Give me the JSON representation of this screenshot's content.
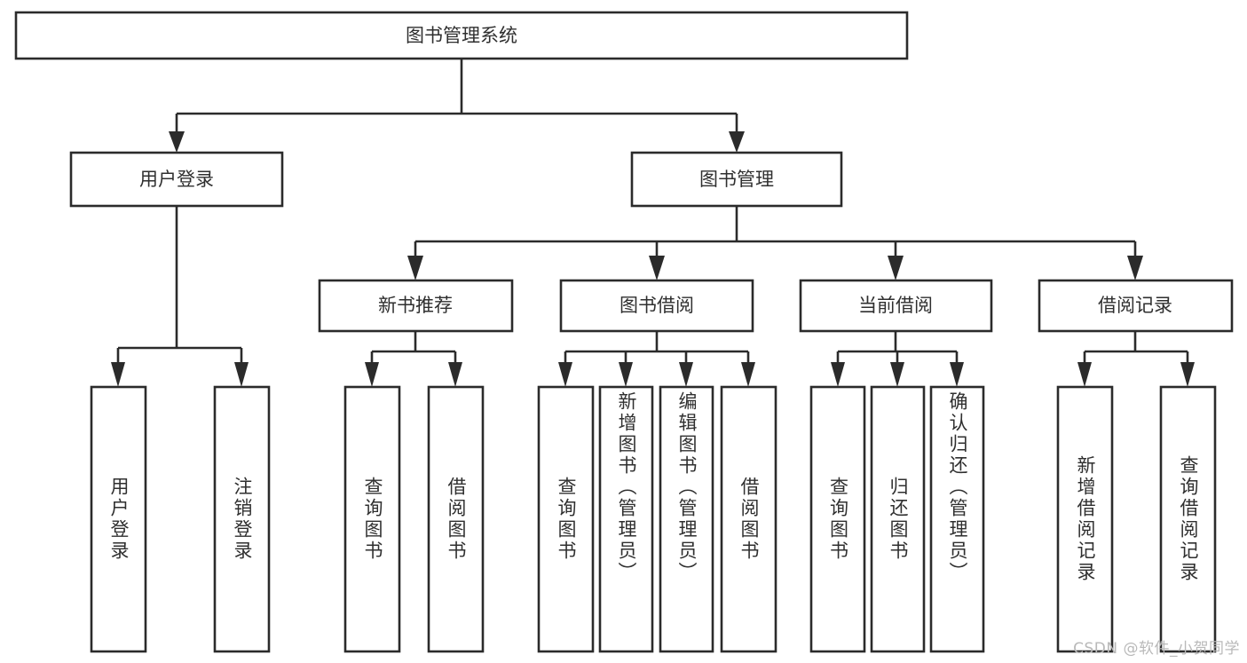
{
  "diagram": {
    "type": "tree-hierarchy",
    "title": "图书管理系统",
    "watermark": "CSDN @软件_小贺同学",
    "colors": {
      "stroke": "#2b2b2b",
      "fill": "#ffffff",
      "text": "#2f2f2f",
      "background": "#ffffff",
      "watermark": "#b9b9b9"
    },
    "root": {
      "label": "图书管理系统",
      "orientation": "horizontal"
    },
    "level2": [
      {
        "label": "用户登录",
        "orientation": "horizontal"
      },
      {
        "label": "图书管理",
        "orientation": "horizontal"
      }
    ],
    "level3": [
      {
        "label": "新书推荐",
        "orientation": "horizontal"
      },
      {
        "label": "图书借阅",
        "orientation": "horizontal"
      },
      {
        "label": "当前借阅",
        "orientation": "horizontal"
      },
      {
        "label": "借阅记录",
        "orientation": "horizontal"
      }
    ],
    "leaves": {
      "用户登录": [
        {
          "label": "用户登录",
          "orientation": "vertical"
        },
        {
          "label": "注销登录",
          "orientation": "vertical"
        }
      ],
      "新书推荐": [
        {
          "label": "查询图书",
          "orientation": "vertical"
        },
        {
          "label": "借阅图书",
          "orientation": "vertical"
        }
      ],
      "图书借阅": [
        {
          "label": "查询图书",
          "orientation": "vertical"
        },
        {
          "label": "新增图书（管理员）",
          "orientation": "vertical"
        },
        {
          "label": "编辑图书（管理员）",
          "orientation": "vertical"
        },
        {
          "label": "借阅图书",
          "orientation": "vertical"
        }
      ],
      "当前借阅": [
        {
          "label": "查询图书",
          "orientation": "vertical"
        },
        {
          "label": "归还图书",
          "orientation": "vertical"
        },
        {
          "label": "确认归还（管理员）",
          "orientation": "vertical"
        }
      ],
      "借阅记录": [
        {
          "label": "新增借阅记录",
          "orientation": "vertical"
        },
        {
          "label": "查询借阅记录",
          "orientation": "vertical"
        }
      ]
    },
    "flat_leaf_labels": [
      "用户登录",
      "注销登录",
      "查询图书",
      "借阅图书",
      "查询图书",
      "新增图书（管理员）",
      "编辑图书（管理员）",
      "借阅图书",
      "查询图书",
      "归还图书",
      "确认归还（管理员）",
      "新增借阅记录",
      "查询借阅记录"
    ]
  }
}
